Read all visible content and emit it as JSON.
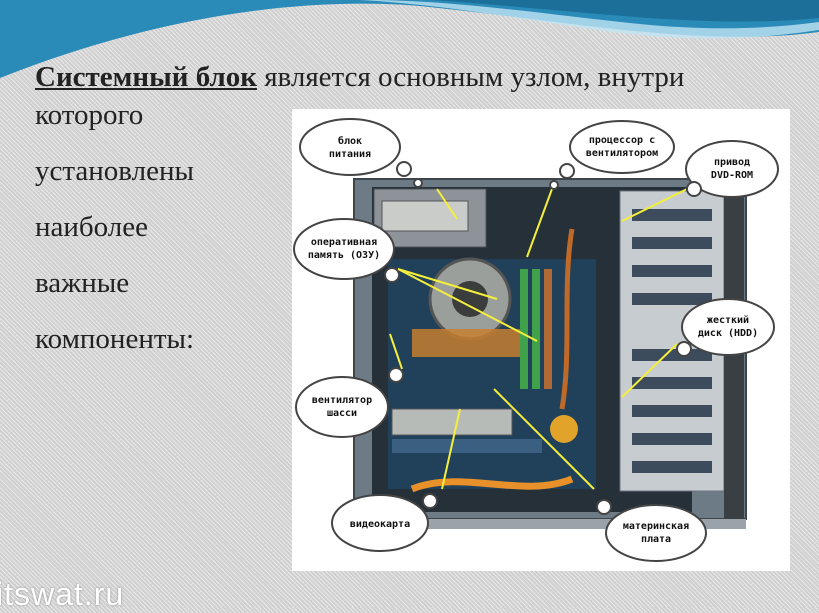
{
  "heading": {
    "bold": "Системный блок",
    "rest": " является основным узлом, внутри"
  },
  "lines": [
    "которого",
    "установлены",
    "наиболее",
    "важные",
    "компоненты:"
  ],
  "callouts": {
    "psu": [
      "блок",
      "питания"
    ],
    "cpu": [
      "процессор с",
      "вентилятором"
    ],
    "dvd": [
      "привод",
      "DVD-ROM"
    ],
    "ram": [
      "оперативная",
      "память (ОЗУ)"
    ],
    "hdd": [
      "жесткий",
      "диск (HDD)"
    ],
    "fan": [
      "вентилятор",
      "шасси"
    ],
    "gpu": [
      "видеокарта"
    ],
    "mb": [
      "материнская",
      "плата"
    ]
  },
  "footer": "itswat.ru"
}
